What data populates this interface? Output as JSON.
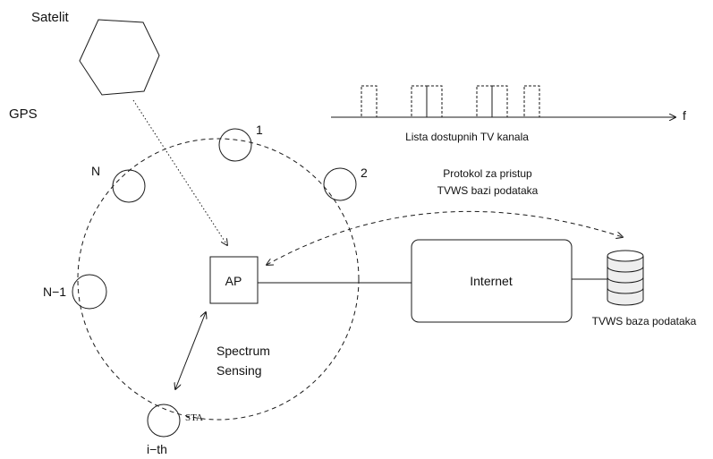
{
  "labels": {
    "satellite": "Satelit",
    "gps": "GPS",
    "node_1": "1",
    "node_2": "2",
    "node_n": "N",
    "node_n_minus_1": "N−1",
    "node_ith": "i−th",
    "sta": "STA",
    "ap": "AP",
    "spectrum_line1": "Spectrum",
    "spectrum_line2": "Sensing",
    "internet": "Internet",
    "database": "TVWS baza podataka",
    "protocol_line1": "Protokol za pristup",
    "protocol_line2": "TVWS bazi podataka",
    "channel_list": "Lista dostupnih TV kanala",
    "freq_axis": "f"
  },
  "colors": {
    "stroke": "#1a1a1a",
    "database_fill": "#eeeeee"
  }
}
